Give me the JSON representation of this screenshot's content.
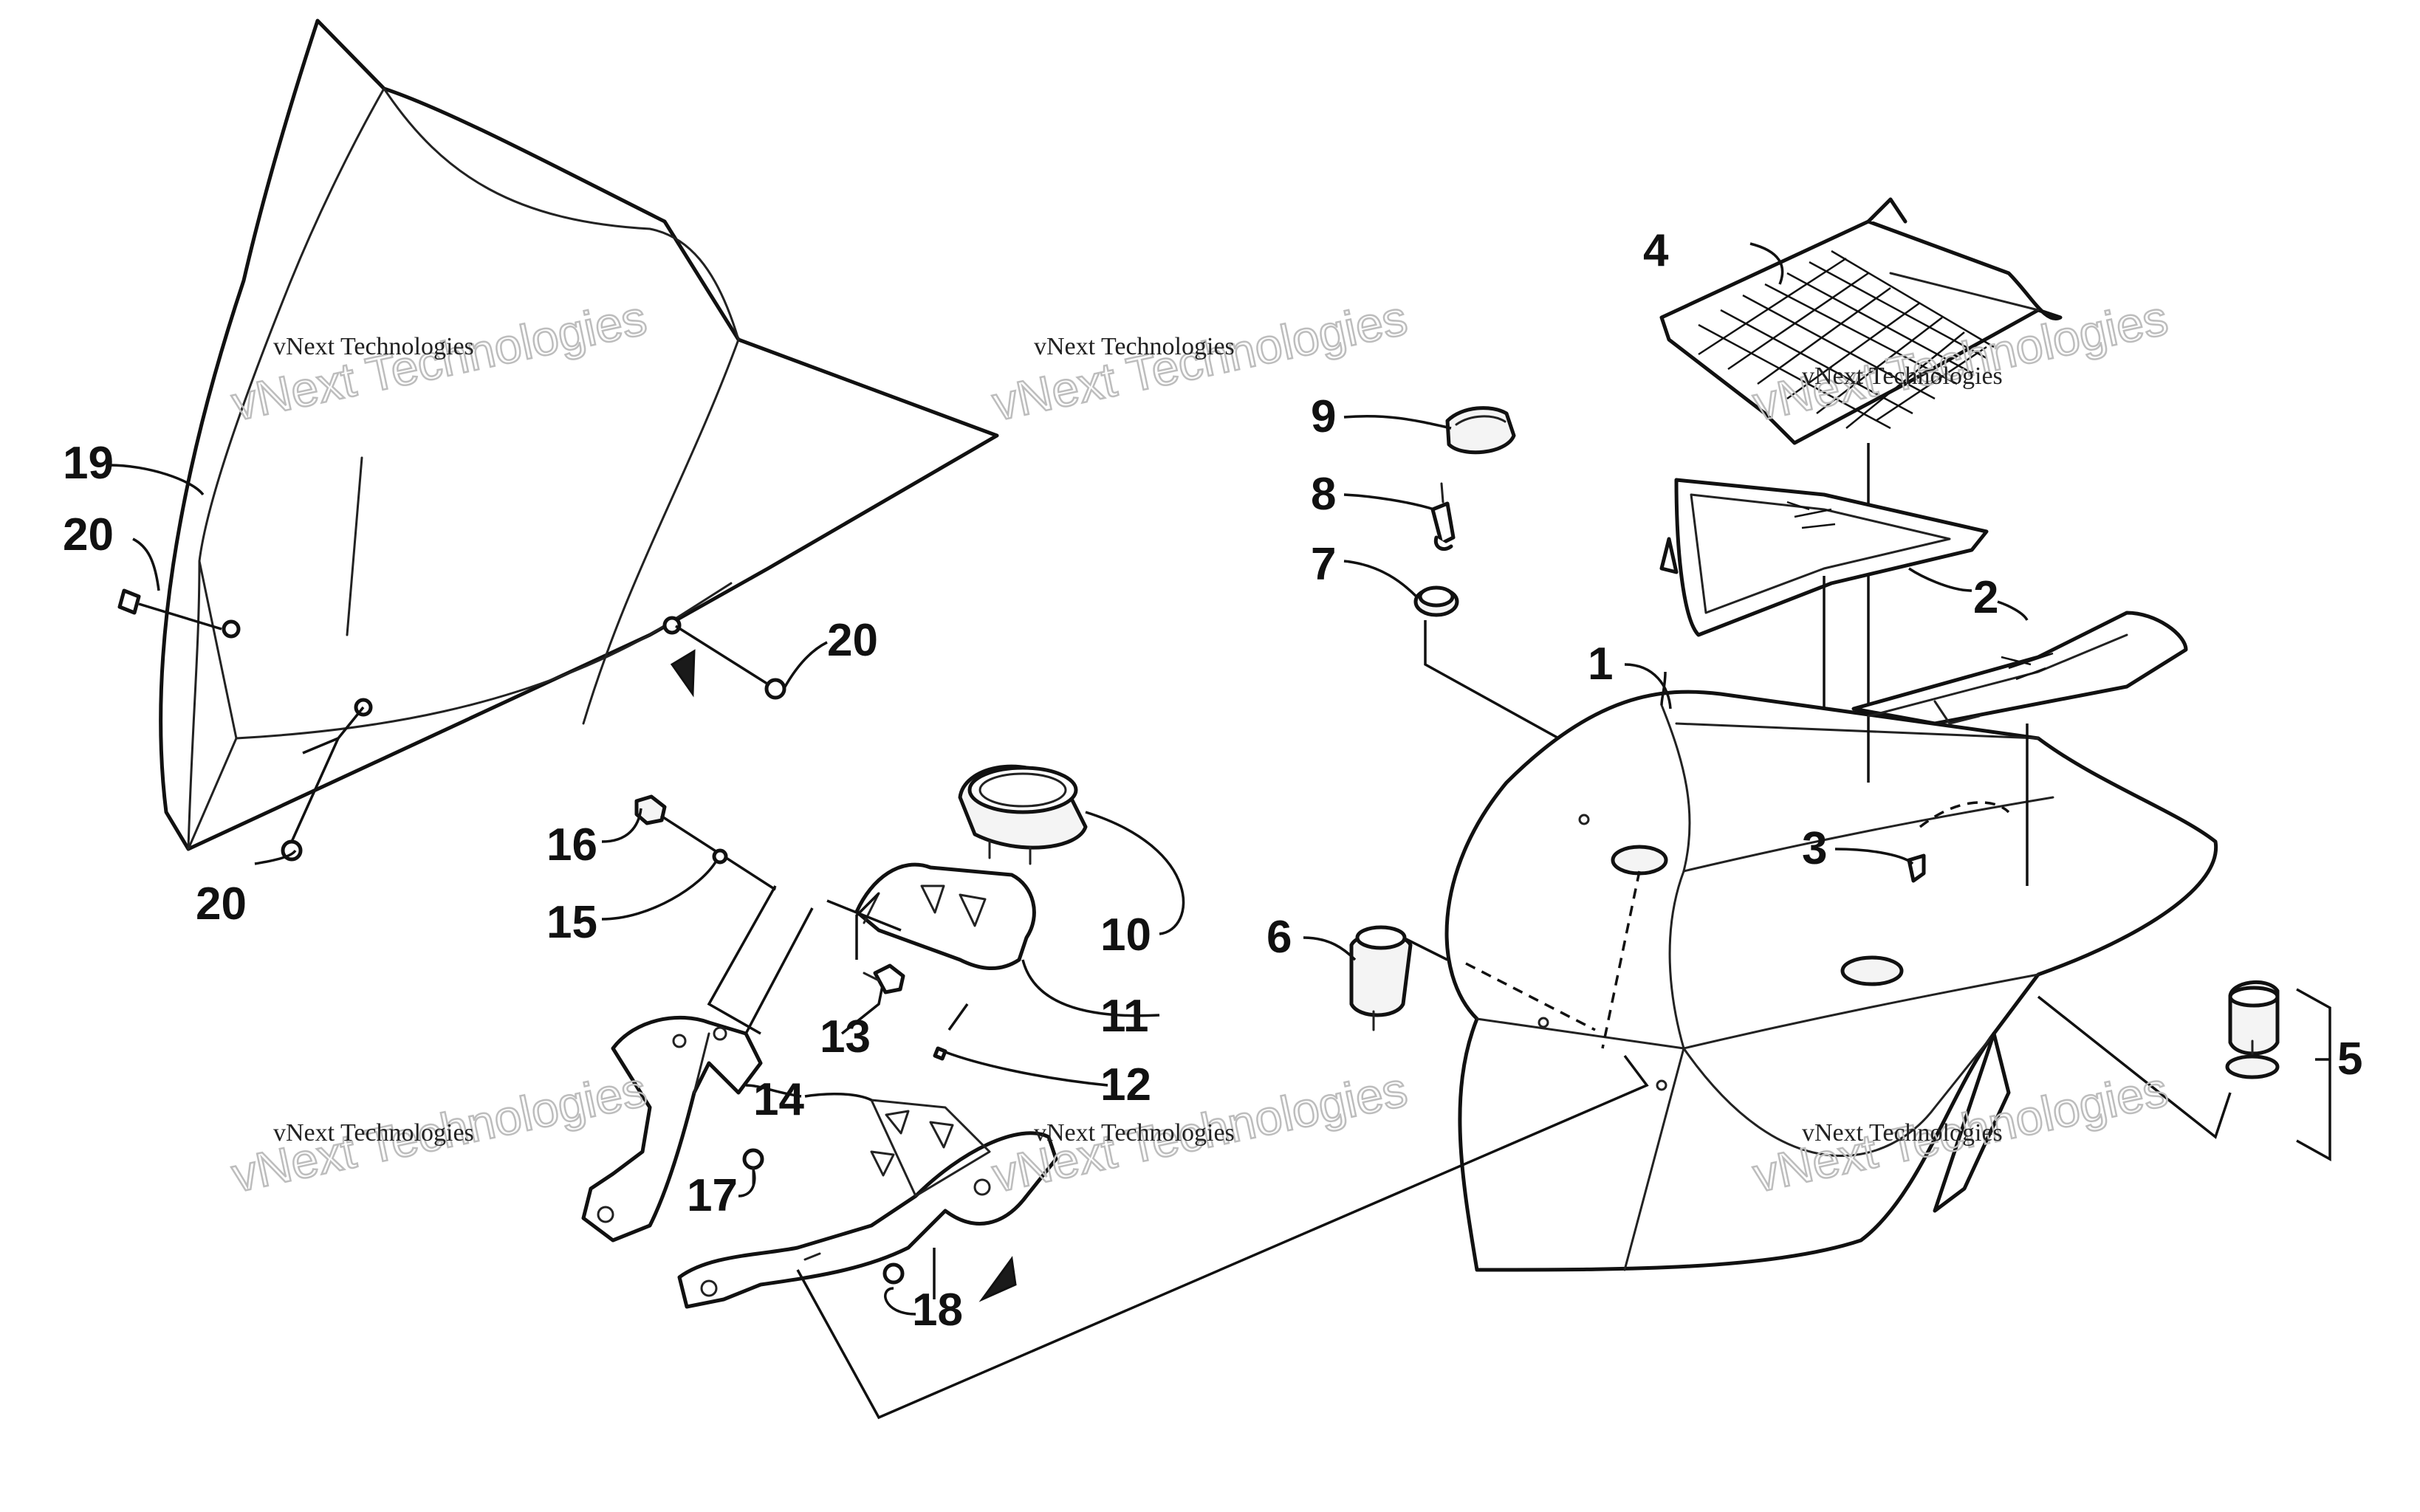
{
  "watermark": {
    "small_text": "vNext Technologies",
    "large_text": "vNext Technologies"
  },
  "callouts": [
    "1",
    "2",
    "3",
    "4",
    "5",
    "6",
    "7",
    "8",
    "9",
    "10",
    "11",
    "12",
    "13",
    "14",
    "15",
    "16",
    "17",
    "18",
    "19",
    "20",
    "20",
    "20"
  ],
  "colors": {
    "line": "#111111",
    "watermark_outline": "#bdbdbd",
    "background": "#ffffff"
  },
  "icons": [
    "arrow-marker-icon"
  ]
}
